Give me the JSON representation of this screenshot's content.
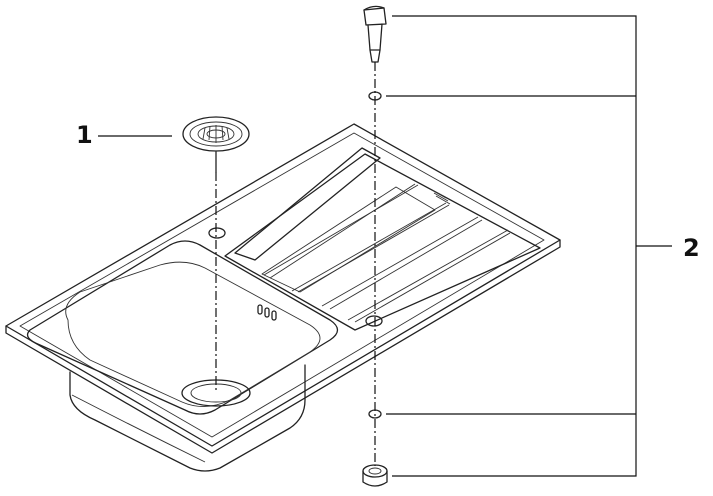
{
  "callouts": [
    {
      "number": "1",
      "part": "strainer-waste"
    },
    {
      "number": "2",
      "part": "overflow-assembly"
    }
  ],
  "colors": {
    "line": "#222222",
    "background": "#ffffff"
  }
}
